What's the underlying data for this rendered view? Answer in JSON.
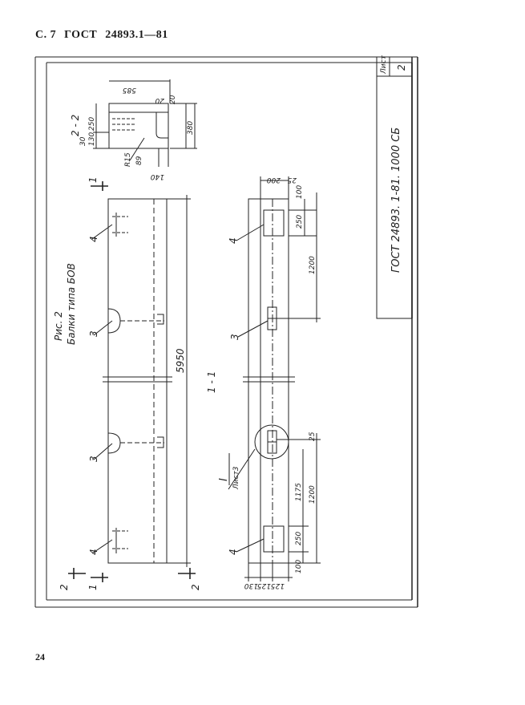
{
  "header": {
    "page": "С. 7",
    "standard": "ГОСТ",
    "number": "24893.1—81"
  },
  "footer": {
    "page_number": "24"
  },
  "title_block": {
    "sheet_label": "Лист",
    "sheet_number": "2",
    "doc_code": "ГОСТ 24893. 1-81. 1000 СБ"
  },
  "figure": {
    "caption": "Рис. 2",
    "subtitle": "Балки типа БОВ"
  },
  "section_2_2": {
    "label": "2 - 2",
    "dims": {
      "d585": "585",
      "d20a": "20",
      "d20b": "20",
      "d250": "250",
      "d380": "380",
      "d130": "130",
      "dR15": "R15",
      "d89": "89",
      "d140": "140",
      "d30": "30"
    }
  },
  "elevation": {
    "length": "5950",
    "marker_1": "1",
    "marker_2": "2",
    "callouts": [
      "4",
      "3",
      "3",
      "4"
    ]
  },
  "plan_1_1": {
    "label": "1 - 1",
    "callouts": [
      "4",
      "3",
      "4"
    ],
    "detail_label": "I",
    "detail_ref": "Лист3",
    "dims": {
      "d200": "200",
      "d25top": "25",
      "d100top": "100",
      "d250top": "250",
      "d1200top": "1200",
      "d25mid": "25",
      "d1175": "1175",
      "d1200bot": "1200",
      "d250bot": "250",
      "d100bot": "100",
      "d130": "130",
      "d125a": "125",
      "d125b": "125"
    }
  }
}
